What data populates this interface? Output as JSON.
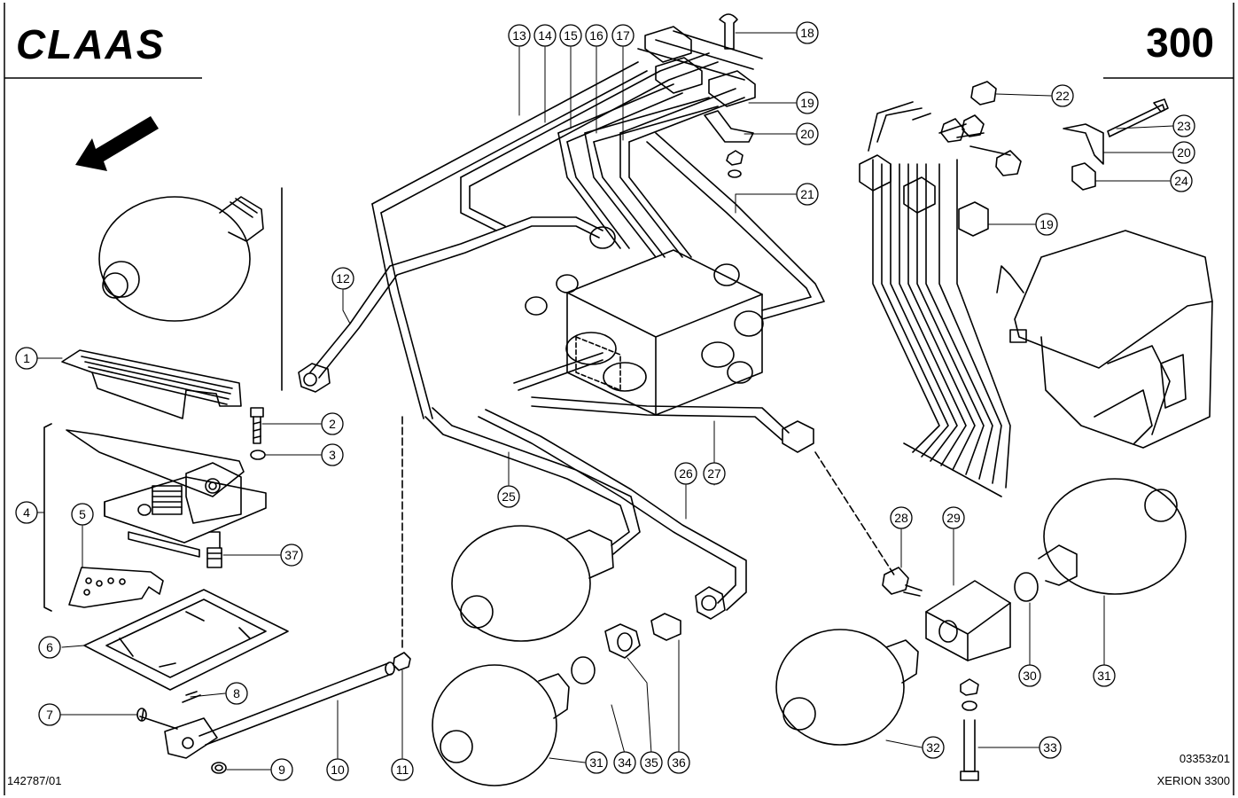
{
  "header": {
    "brand": "CLAAS",
    "page_number": "300"
  },
  "footer": {
    "doc_ref_left": "142787/01",
    "drawing_code": "03353z01",
    "model": "XERION 3300"
  },
  "callouts": [
    {
      "label": "1"
    },
    {
      "label": "2"
    },
    {
      "label": "3"
    },
    {
      "label": "4"
    },
    {
      "label": "5"
    },
    {
      "label": "6"
    },
    {
      "label": "7"
    },
    {
      "label": "8"
    },
    {
      "label": "9"
    },
    {
      "label": "10"
    },
    {
      "label": "11"
    },
    {
      "label": "12"
    },
    {
      "label": "13"
    },
    {
      "label": "14"
    },
    {
      "label": "15"
    },
    {
      "label": "16"
    },
    {
      "label": "17"
    },
    {
      "label": "18"
    },
    {
      "label": "19"
    },
    {
      "label": "20"
    },
    {
      "label": "21"
    },
    {
      "label": "22"
    },
    {
      "label": "23"
    },
    {
      "label": "20"
    },
    {
      "label": "24"
    },
    {
      "label": "19"
    },
    {
      "label": "25"
    },
    {
      "label": "26"
    },
    {
      "label": "27"
    },
    {
      "label": "28"
    },
    {
      "label": "29"
    },
    {
      "label": "30"
    },
    {
      "label": "31"
    },
    {
      "label": "31"
    },
    {
      "label": "32"
    },
    {
      "label": "33"
    },
    {
      "label": "34"
    },
    {
      "label": "35"
    },
    {
      "label": "36"
    },
    {
      "label": "37"
    }
  ]
}
